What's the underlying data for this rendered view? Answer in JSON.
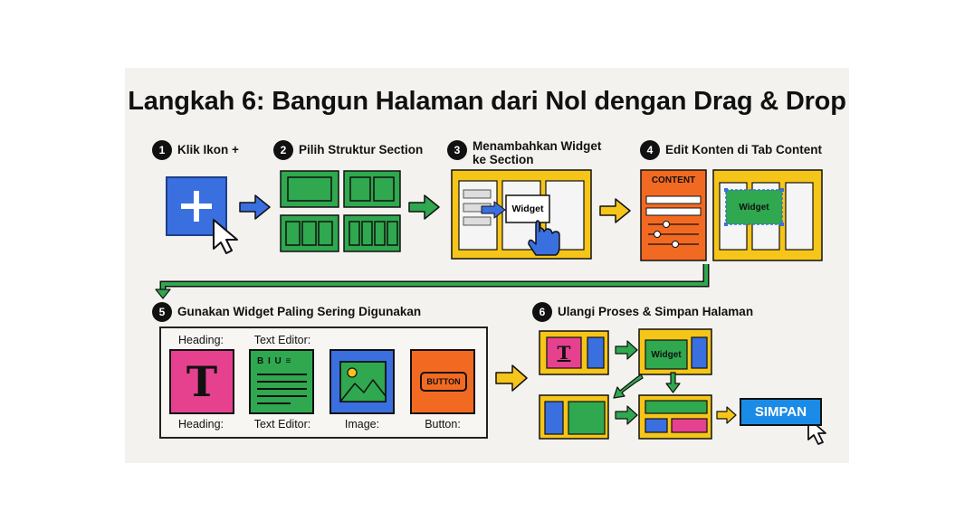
{
  "title": "Langkah 6: Bangun Halaman dari Nol dengan Drag & Drop",
  "steps": [
    {
      "num": "1",
      "label": "Klik Ikon +"
    },
    {
      "num": "2",
      "label": "Pilih Struktur Section"
    },
    {
      "num": "3",
      "label": "Menambahkan Widget ke Section"
    },
    {
      "num": "4",
      "label": "Edit Konten di Tab Content"
    },
    {
      "num": "5",
      "label": "Gunakan Widget Paling Sering Digunakan"
    },
    {
      "num": "6",
      "label": "Ulangi Proses & Simpan Halaman"
    }
  ],
  "step3": {
    "widget": "Widget"
  },
  "step4": {
    "panel_title": "CONTENT",
    "widget": "Widget"
  },
  "step5": {
    "widgets": [
      {
        "top_label": "Heading:",
        "bottom_label": "Heading:",
        "glyph": "T",
        "button_text": ""
      },
      {
        "top_label": "Text Editor:",
        "bottom_label": "Text Editor:",
        "toolbar": "B I U ≡",
        "button_text": ""
      },
      {
        "top_label": "",
        "bottom_label": "Image:",
        "button_text": ""
      },
      {
        "top_label": "",
        "bottom_label": "Button:",
        "button_text": "BUTTON"
      }
    ]
  },
  "step6": {
    "glyph": "T",
    "widget": "Widget",
    "save_button": "SIMPAN"
  },
  "colors": {
    "blue": "#3a6fe0",
    "green": "#2fa84f",
    "yellow": "#f6c519",
    "orange": "#f26a22",
    "pink": "#e6418f",
    "save": "#1b8be8"
  }
}
